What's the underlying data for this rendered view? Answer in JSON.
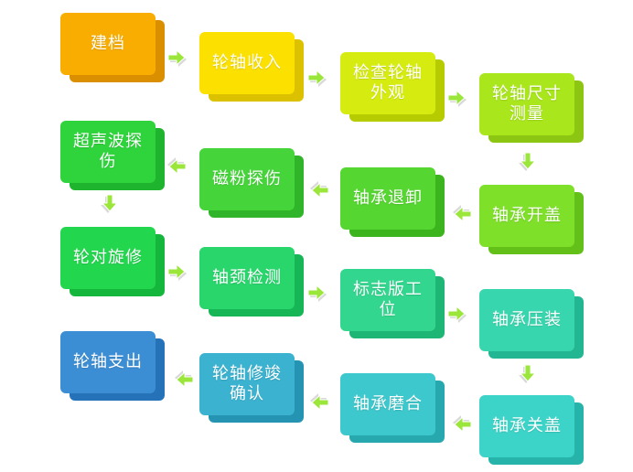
{
  "nodes": [
    {
      "label": "建档",
      "color": "#f9ad00",
      "depth": "#d98f00"
    },
    {
      "label": "轮轴收入",
      "color": "#fbe000",
      "depth": "#dcc100"
    },
    {
      "label": "检查轮轴\n外观",
      "color": "#d6ec10",
      "depth": "#b7cc00"
    },
    {
      "label": "轮轴尺寸\n测量",
      "color": "#a9e61c",
      "depth": "#8cc612"
    },
    {
      "label": "轴承开盖",
      "color": "#7ee028",
      "depth": "#63c018"
    },
    {
      "label": "轴承退卸",
      "color": "#55d630",
      "depth": "#3cb41e"
    },
    {
      "label": "磁粉探伤",
      "color": "#45d53a",
      "depth": "#2fb42a"
    },
    {
      "label": "超声波探\n伤",
      "color": "#2fd43c",
      "depth": "#1fb42e"
    },
    {
      "label": "轮对旋修",
      "color": "#22d64e",
      "depth": "#14b63c"
    },
    {
      "label": "轴颈检测",
      "color": "#28d66c",
      "depth": "#16b656"
    },
    {
      "label": "标志版工\n位",
      "color": "#32d68e",
      "depth": "#1eb674"
    },
    {
      "label": "轴承压装",
      "color": "#38d6ae",
      "depth": "#22b692"
    },
    {
      "label": "轴承关盖",
      "color": "#3cd4c8",
      "depth": "#26b4aa"
    },
    {
      "label": "轴承磨合",
      "color": "#3cc8cc",
      "depth": "#26a8ae"
    },
    {
      "label": "轮轴修竣\n确认",
      "color": "#3ab2d0",
      "depth": "#2494b2"
    },
    {
      "label": "轮轴支出",
      "color": "#3c8ed4",
      "depth": "#2672b8"
    }
  ],
  "arrow_color": "#9be63a"
}
